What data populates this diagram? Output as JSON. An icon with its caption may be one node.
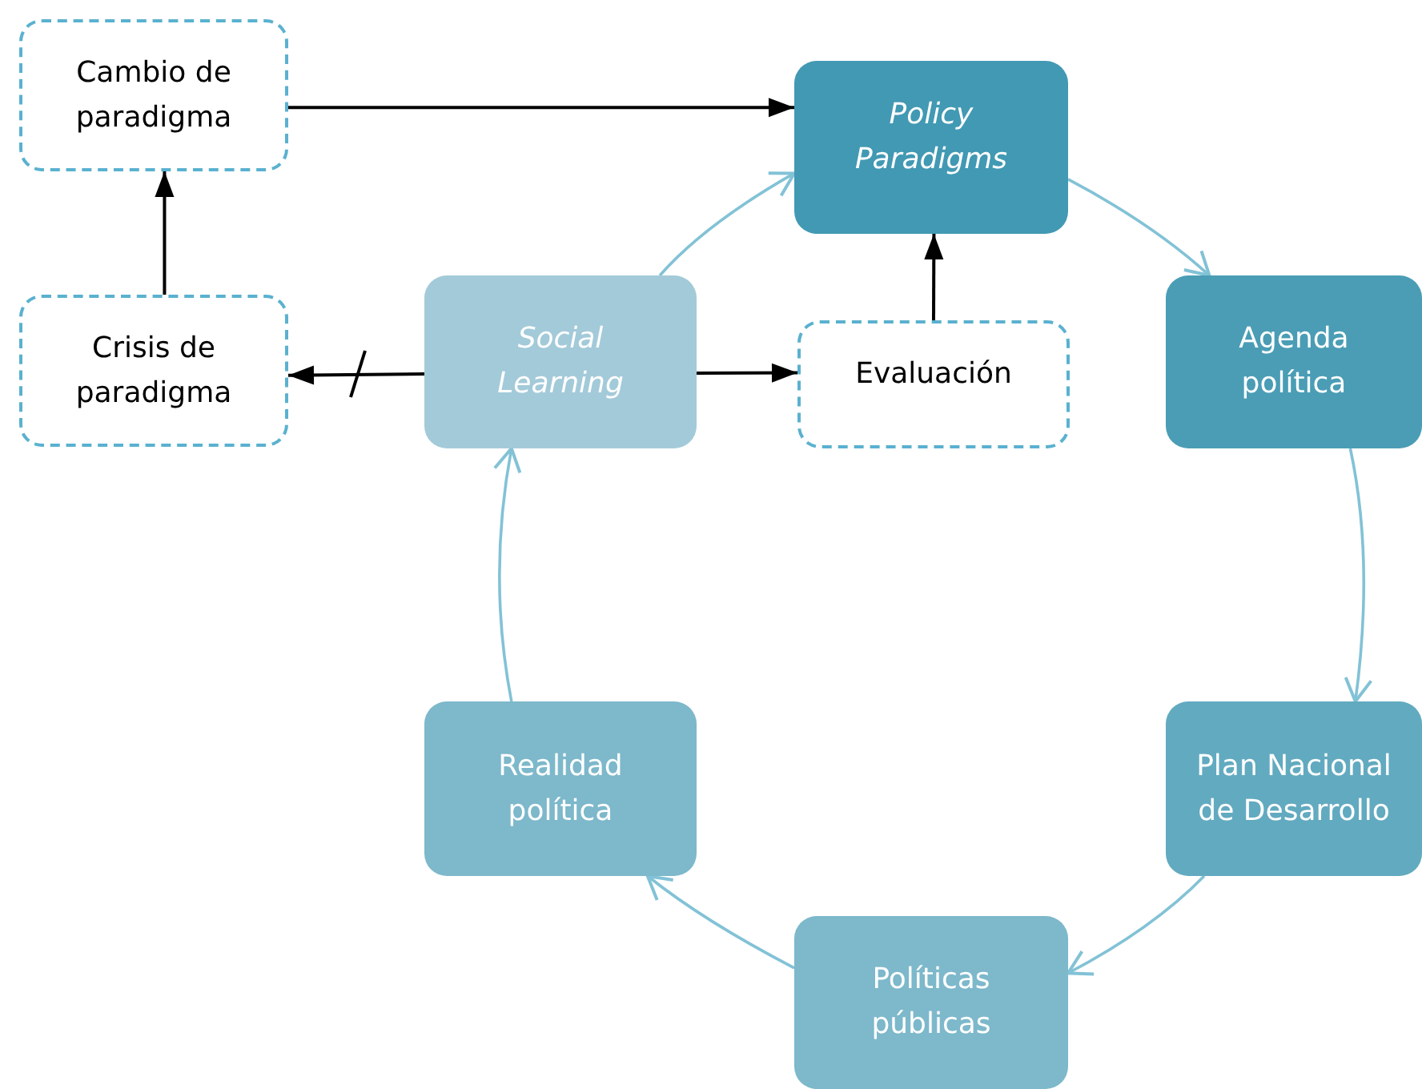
{
  "diagram": {
    "nodes": [
      {
        "text": [
          "Cambio de paradigma"
        ]
      },
      {
        "text": [
          "Policy Paradigms"
        ]
      },
      {
        "text": [
          "Crisis de paradigma"
        ]
      },
      {
        "text": [
          "Social Learning"
        ]
      },
      {
        "text": [
          "Evaluación"
        ]
      },
      {
        "text": [
          "Agenda política"
        ]
      },
      {
        "text": [
          "Plan Nacional de Desarrollo"
        ]
      },
      {
        "text": [
          "Políticas públicas"
        ]
      },
      {
        "text": [
          "Realidad política"
        ]
      }
    ],
    "edges": [
      {
        "from": 0,
        "to": 1,
        "arrow": "to",
        "color": "#000000"
      },
      {
        "from": 2,
        "to": 0,
        "arrow": "to",
        "color": "#000000"
      },
      {
        "from": 3,
        "to": 2,
        "arrow": "to",
        "color": "#000000"
      },
      {
        "from": 3,
        "to": 4,
        "arrow": "to",
        "color": "#000000"
      },
      {
        "from": 4,
        "to": 1,
        "arrow": "to",
        "color": "#000000"
      },
      {
        "from": 3,
        "to": 1,
        "arrow": "to"
      },
      {
        "from": 1,
        "to": 5,
        "arrow": "to"
      },
      {
        "from": 5,
        "to": 6,
        "arrow": "to"
      },
      {
        "from": 6,
        "to": 7,
        "arrow": "to"
      },
      {
        "from": 7,
        "to": 8,
        "arrow": "to"
      },
      {
        "from": 8,
        "to": 3,
        "arrow": "to"
      }
    ]
  }
}
